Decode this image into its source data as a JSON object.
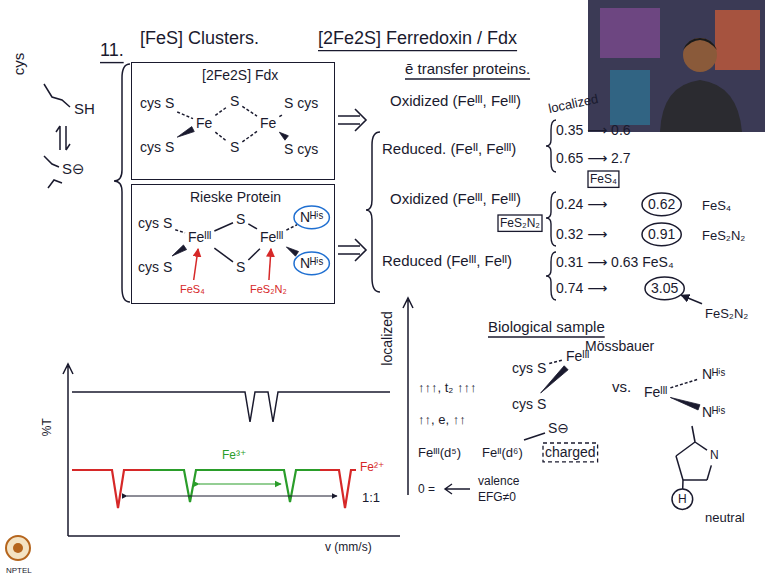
{
  "diagram": {
    "title": "[FeS] Clusters.",
    "nodes": [
      {
        "text": [
          "[2Fe2S] Fdx",
          "cys S",
          "Fe",
          "S",
          "S",
          "Fe",
          "S cys",
          "cys S",
          "S cys"
        ]
      },
      {
        "text": [
          "Rieske Protein",
          "cys S",
          "Feᴵᴵᴵ",
          "S",
          "S",
          "Feᴵᴵᴵ",
          "Nᴴⁱˢ",
          "Nᴴⁱˢ",
          "cys S",
          "FeS₄",
          "FeS₂N₂"
        ]
      }
    ],
    "labels": [
      "11.",
      "[2Fe2S] Ferredoxin / Fdx",
      "ē transfer proteins.",
      "cys",
      "SH",
      "S⊖",
      "Oxidized (Feᴵᴵᴵ, Feᴵᴵᴵ)",
      "localized",
      "Reduced. (Feᴵᴵ, Feᴵᴵᴵ)",
      "0.35 ⟶ 0.6",
      "0.65 ⟶ 2.7",
      "Oxidized (Feᴵᴵᴵ, Feᴵᴵᴵ)",
      "FeS₄",
      "0.24 ⟶",
      "0.62",
      "FeS₄",
      "FeS₂N₂",
      "0.32 ⟶",
      "0.91",
      "FeS₂N₂",
      "Reduced (Feᴵᴵᴵ, Feᴵᴵ)",
      "0.31 ⟶ 0.63 FeS₄",
      "0.74 ⟶",
      "3.05",
      "FeS₂N₂",
      "Biological sample",
      "Mössbauer",
      "localized",
      "cys S",
      "Feᴵᴵᴵ",
      "cys S",
      "S⊖",
      "charged",
      "vs.",
      "Feᴵᴵᴵ",
      "Nᴴⁱˢ",
      "Nᴴⁱˢ",
      "N",
      "H",
      "neutral",
      "↑↑↑, t₂ ↑↑↑",
      "↑↑, e, ↑↑",
      "Feᴵᴵᴵ(d⁵)",
      "Feᴵᴵ(d⁶)",
      "0 =",
      "valence",
      "EFG≠0",
      "%T",
      "v (mm/s)",
      "Fe²⁺",
      "Fe³⁺",
      "1:1",
      "NPTEL"
    ]
  }
}
